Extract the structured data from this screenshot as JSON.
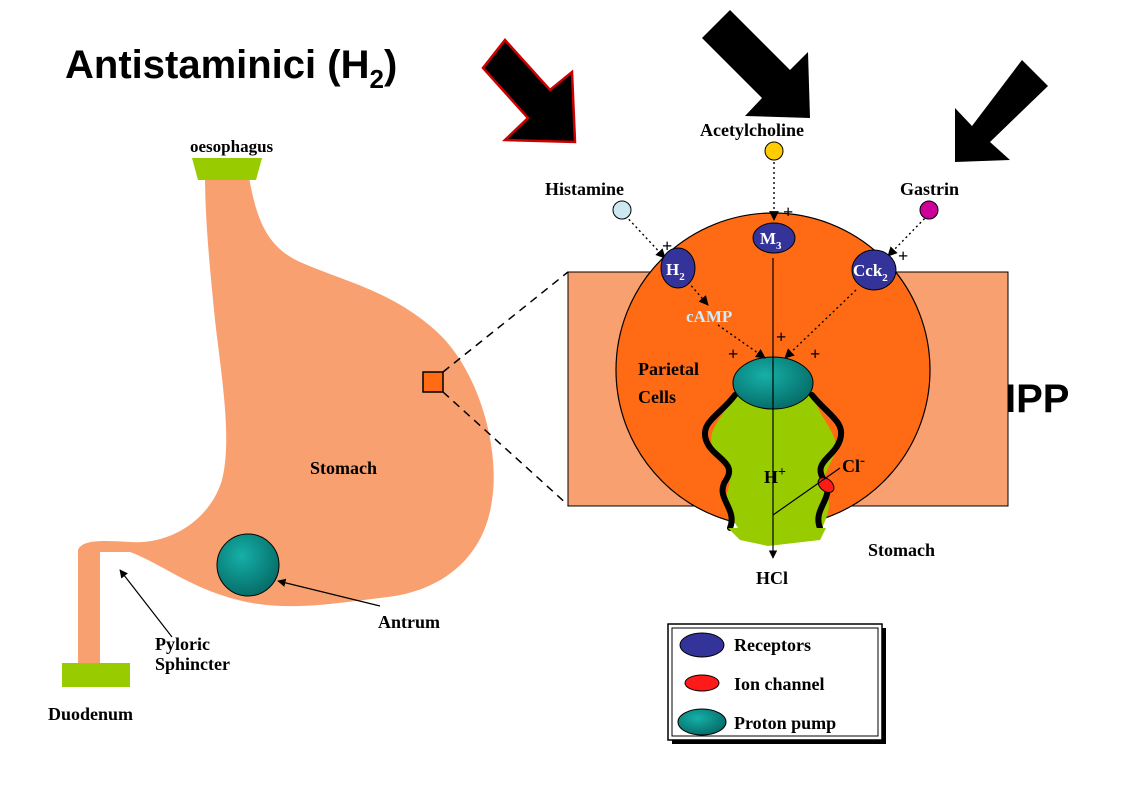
{
  "colors": {
    "tissue": "#F9A070",
    "cell": "#FF6A14",
    "lumen_green": "#99CC00",
    "receptor": "#33339A",
    "proton_pump": "#0B8F8A",
    "ion_channel": "#FF1A1A",
    "acetylcholine_dot": "#FFCC00",
    "histamine_dot": "#CCE8F0",
    "gastrin_dot": "#CC0099",
    "camp_text": "#CCECFF",
    "arrow_fill": "#000000",
    "highlight_arrow_outline": "#CC0000"
  },
  "title": {
    "main": "Antistaminici (H",
    "sub": "2",
    "close": ")"
  },
  "ipp_label": "IPP",
  "stomach_diagram": {
    "oesophagus": "oesophagus",
    "stomach": "Stomach",
    "antrum": "Antrum",
    "pyloric_line1": "Pyloric",
    "pyloric_line2": "Sphincter",
    "duodenum": "Duodenum"
  },
  "cell_diagram": {
    "histamine": "Histamine",
    "acetylcholine": "Acetylcholine",
    "gastrin": "Gastrin",
    "receptor_h2": "H",
    "receptor_h2_sub": "2",
    "receptor_m3": "M",
    "receptor_m3_sub": "3",
    "receptor_cck": "Cck",
    "receptor_cck_sub": "2",
    "camp": "cAMP",
    "parietal_line1": "Parietal",
    "parietal_line2": "Cells",
    "h_plus": "H",
    "h_plus_sup": "+",
    "cl_minus": "Cl",
    "cl_minus_sup": "-",
    "hcl": "HCl",
    "stomach": "Stomach",
    "plus": "+"
  },
  "legend": {
    "receptors": "Receptors",
    "ion_channel": "Ion channel",
    "proton_pump": "Proton pump"
  }
}
